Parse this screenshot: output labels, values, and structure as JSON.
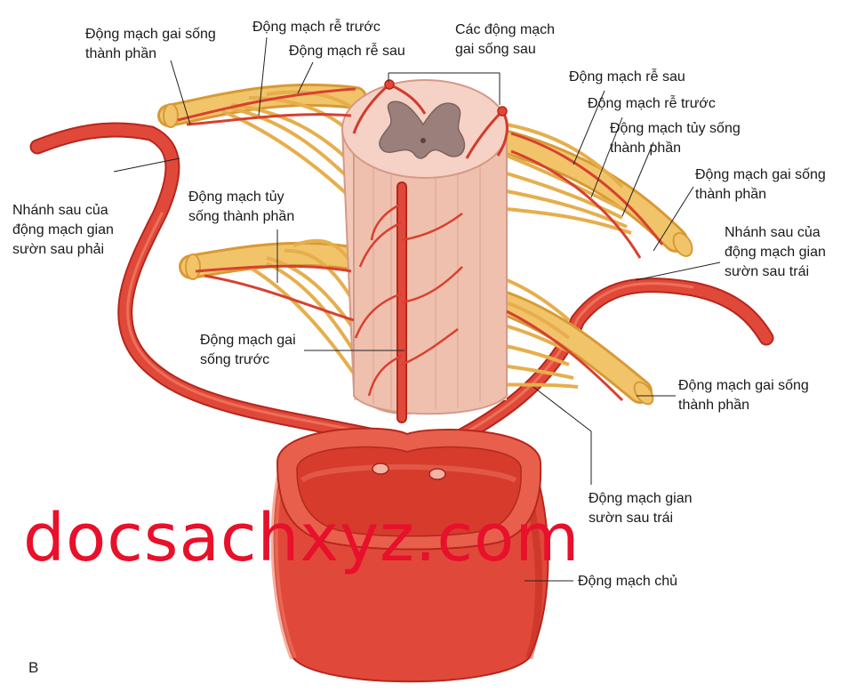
{
  "colors": {
    "artery": "#e0493a",
    "artery_dark": "#b8261c",
    "artery_light": "#f07a62",
    "nerve": "#f2c46a",
    "nerve_dark": "#d79a35",
    "cord": "#f2c8b8",
    "cord_edge": "#d49a88",
    "grey_matter": "#9a7f7b",
    "watermark": "#e8102a"
  },
  "labels": {
    "l1": "Động mạch gai sống\nthành phần",
    "l2": "Động mạch rễ trước",
    "l3": "Động mạch rễ sau",
    "l4": "Các động mạch\ngai sống sau",
    "l5": "Động mạch rễ sau",
    "l6": "Động mạch rễ trước",
    "l7": "Động mạch tủy sống\nthành phần",
    "l8": "Động mạch gai sống\nthành phần",
    "l9": "Nhánh sau của\nđộng mạch gian\nsườn sau phải",
    "l10": "Động mạch tủy\nsống thành phần",
    "l11": "Nhánh sau của\nđộng mạch gian\nsườn sau trái",
    "l12": "Động mạch gai\nsống trước",
    "l13": "Động mạch gai sống\nthành phần",
    "l14": "Động mạch gian\nsườn sau trái",
    "l15": "Động mạch chủ"
  },
  "watermark": "docsachxyz.com",
  "panel_letter": "B"
}
